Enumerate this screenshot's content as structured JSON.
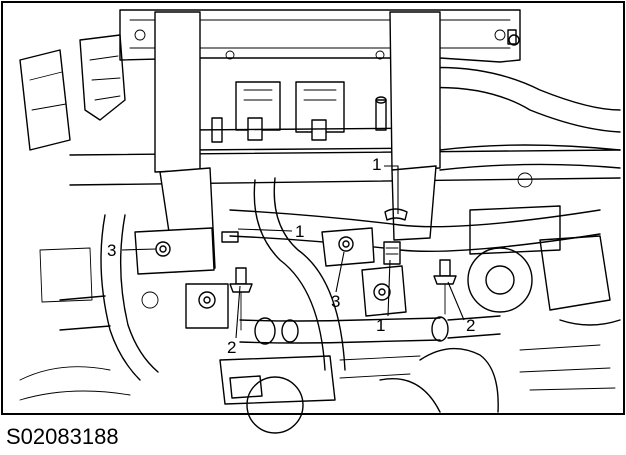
{
  "figure_id": "S02083188",
  "callouts": [
    {
      "id": "c1a",
      "label": "1"
    },
    {
      "id": "c1b",
      "label": "1"
    },
    {
      "id": "c1c",
      "label": "1"
    },
    {
      "id": "c2a",
      "label": "2"
    },
    {
      "id": "c2b",
      "label": "2"
    },
    {
      "id": "c3a",
      "label": "3"
    },
    {
      "id": "c3b",
      "label": "3"
    }
  ]
}
